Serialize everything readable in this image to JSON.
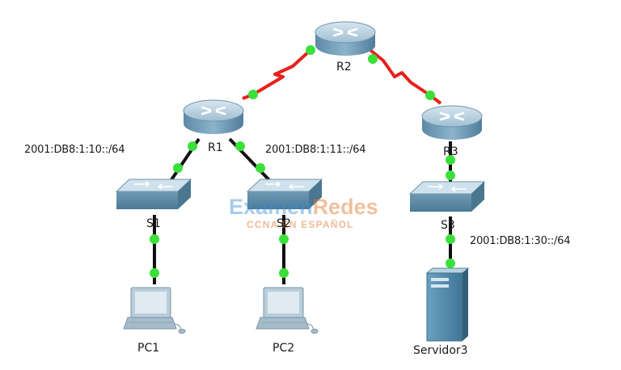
{
  "colors": {
    "link_ethernet": "#111111",
    "link_serial": "#e8201a",
    "port_up": "#3ae03a",
    "router_body": "#7fa9c4",
    "switch_body": "#86b0c8",
    "server_body": "#5e93b3"
  },
  "devices": {
    "r2": {
      "label": "R2",
      "icon": "router-icon"
    },
    "r1": {
      "label": "R1",
      "icon": "router-icon"
    },
    "r3": {
      "label": "R3",
      "icon": "router-icon"
    },
    "s1": {
      "label": "S1",
      "icon": "switch-icon"
    },
    "s2": {
      "label": "S2",
      "icon": "switch-icon"
    },
    "s3": {
      "label": "S3",
      "icon": "switch-icon"
    },
    "pc1": {
      "label": "PC1",
      "icon": "pc-icon"
    },
    "pc2": {
      "label": "PC2",
      "icon": "pc-icon"
    },
    "servidor3": {
      "label": "Servidor3",
      "icon": "server-icon"
    }
  },
  "networks": {
    "r1_s1": "2001:DB8:1:10::/64",
    "r1_s2": "2001:DB8:1:11::/64",
    "r3_s3": "2001:DB8:1:30::/64"
  },
  "links": [
    {
      "from": "r1",
      "to": "r2",
      "type": "serial"
    },
    {
      "from": "r2",
      "to": "r3",
      "type": "serial"
    },
    {
      "from": "r1",
      "to": "s1",
      "type": "ethernet"
    },
    {
      "from": "r1",
      "to": "s2",
      "type": "ethernet"
    },
    {
      "from": "r3",
      "to": "s3",
      "type": "ethernet"
    },
    {
      "from": "s1",
      "to": "pc1",
      "type": "ethernet"
    },
    {
      "from": "s2",
      "to": "pc2",
      "type": "ethernet"
    },
    {
      "from": "s3",
      "to": "servidor3",
      "type": "ethernet"
    }
  ],
  "watermark": {
    "brand_part1": "Examen",
    "brand_part2": "Redes",
    "tagline": "CCNA EN ESPAÑOL"
  }
}
